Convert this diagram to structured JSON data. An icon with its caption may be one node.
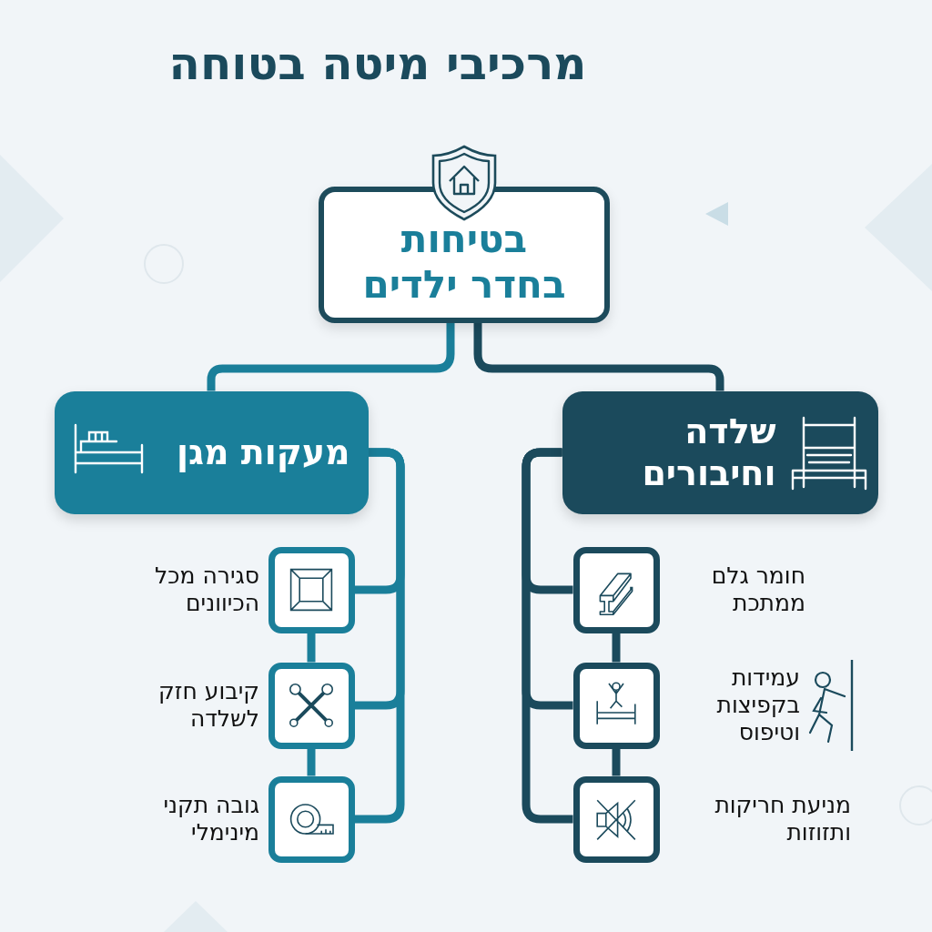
{
  "diagram": {
    "title": "מרכיבי מיטה בטוחה",
    "nodes": [
      {
        "text": [
          "בטיחות בחדר ילדים"
        ]
      },
      {
        "text": [
          "שלדה וחיבורים"
        ]
      },
      {
        "text": [
          "מעקות מגן"
        ]
      },
      {
        "text": [],
        "shape": "box",
        "beside": [
          "חומר גלם ממתכת"
        ]
      },
      {
        "text": [],
        "shape": "box",
        "beside": [
          "עמידות בקפיצות וטיפוס"
        ]
      },
      {
        "text": [],
        "shape": "box",
        "beside": [
          "מניעת חריקות ותזוזות"
        ]
      },
      {
        "text": [],
        "shape": "box",
        "beside": [
          "סגירה מכל הכיוונים"
        ]
      },
      {
        "text": [],
        "shape": "box",
        "beside": [
          "קיבוע חזק לשלדה"
        ]
      },
      {
        "text": [],
        "shape": "box",
        "beside": [
          "גובה תקני מינימלי"
        ]
      }
    ],
    "edges": [
      {
        "from": 0,
        "to": 1,
        "arrow": "none",
        "color": "#1b4a5c"
      },
      {
        "from": 0,
        "to": 2,
        "arrow": "none",
        "color": "#1a7f9a"
      },
      {
        "from": 1,
        "to": 3,
        "arrow": "none",
        "color": "#1b4a5c"
      },
      {
        "from": 1,
        "to": 4,
        "arrow": "none",
        "color": "#1b4a5c"
      },
      {
        "from": 1,
        "to": 5,
        "arrow": "none",
        "color": "#1b4a5c"
      },
      {
        "from": 3,
        "to": 4,
        "arrow": "none",
        "color": "#1b4a5c"
      },
      {
        "from": 4,
        "to": 5,
        "arrow": "none",
        "color": "#1b4a5c"
      },
      {
        "from": 2,
        "to": 6,
        "arrow": "none",
        "color": "#1a7f9a"
      },
      {
        "from": 2,
        "to": 7,
        "arrow": "none",
        "color": "#1a7f9a"
      },
      {
        "from": 2,
        "to": 8,
        "arrow": "none",
        "color": "#1a7f9a"
      },
      {
        "from": 6,
        "to": 7,
        "arrow": "none",
        "color": "#1a7f9a"
      },
      {
        "from": 7,
        "to": 8,
        "arrow": "none",
        "color": "#1a7f9a"
      }
    ]
  }
}
